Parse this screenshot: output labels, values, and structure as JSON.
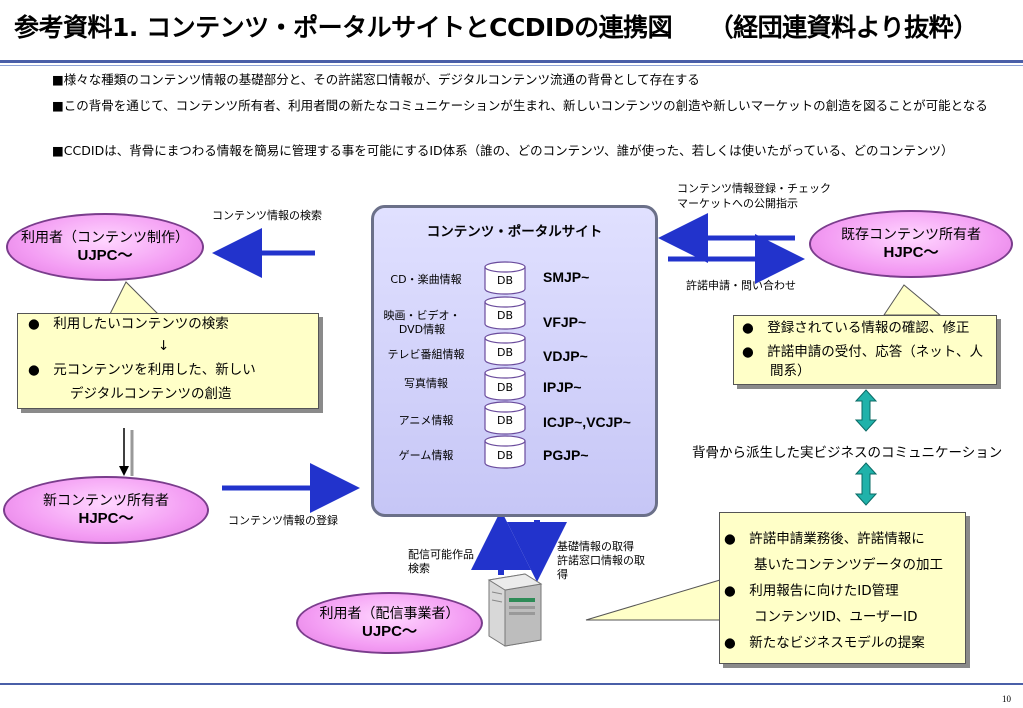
{
  "header": {
    "title": "参考資料1. コンテンツ・ポータルサイトとCCDIDの連携図　　（経団連資料より抜粋）"
  },
  "bullets": [
    "■様々な種類のコンテンツ情報の基礎部分と、その許諾窓口情報が、デジタルコンテンツ流通の背骨として存在する",
    "■この背骨を通じて、コンテンツ所有者、利用者間の新たなコミュニケーションが生まれ、新しいコンテンツの創造や新しいマーケットの創造を図ることが可能となる",
    "■CCDIDは、背骨にまつわる情報を簡易に管理する事を可能にするID体系（誰の、どのコンテンツ、誰が使った、若しくは使いたがっている、どのコンテンツ）"
  ],
  "portal": {
    "title": "コンテンツ・ポータルサイト",
    "db_label": "DB",
    "rows": [
      {
        "category": "CD・楽曲情報",
        "code": "SMJP~"
      },
      {
        "category": "映画・ビデオ・DVD情報",
        "code": "VFJP~"
      },
      {
        "category": "テレビ番組情報",
        "code": "VDJP~"
      },
      {
        "category": "写真情報",
        "code": "IPJP~"
      },
      {
        "category": "アニメ情報",
        "code": "ICJP~,VCJP~"
      },
      {
        "category": "ゲーム情報",
        "code": "PGJP~"
      }
    ]
  },
  "nodes": {
    "user_creator": {
      "name": "利用者（コンテンツ制作）",
      "code": "UJPC～"
    },
    "new_owner": {
      "name": "新コンテンツ所有者",
      "code": "HJPC～"
    },
    "existing_owner": {
      "name": "既存コンテンツ所有者",
      "code": "HJPC～"
    },
    "distributor": {
      "name": "利用者（配信事業者）",
      "code": "UJPC～"
    }
  },
  "labels": {
    "search": "コンテンツ情報の検索",
    "register_check": "コンテンツ情報登録・チェック",
    "market_publish": "マーケットへの公開指示",
    "license_inquiry": "許諾申請・問い合わせ",
    "register": "コンテンツ情報の登録",
    "distributable_search_1": "配信可能作品",
    "distributable_search_2": "検索",
    "basic_info_1": "基礎情報の取得",
    "basic_info_2": "許諾窓口情報の取",
    "basic_info_3": "得",
    "backbone_comm": "背骨から派生した実ビジネスのコミュニケーション"
  },
  "callouts": {
    "left": [
      "●　利用したいコンテンツの検索",
      "↓",
      "●　元コンテンツを利用した、新しい",
      "デジタルコンテンツの創造"
    ],
    "right_top": [
      "●　登録されている情報の確認、修正",
      "●　許諾申請の受付、応答（ネット、人",
      "間系）"
    ],
    "right_bottom": [
      "●　許諾申請業務後、許諾情報に",
      "基いたコンテンツデータの加工",
      "●　利用報告に向けたID管理",
      "コンテンツID、ユーザーID",
      "●　新たなビジネスモデルの提案"
    ]
  },
  "footer": {
    "page_number": "10"
  },
  "colors": {
    "arrow_blue": "#2233cc",
    "teal": "#20b2aa",
    "callout_yellow": "#ffffc8",
    "ellipse_pink": "#f39cf3"
  }
}
